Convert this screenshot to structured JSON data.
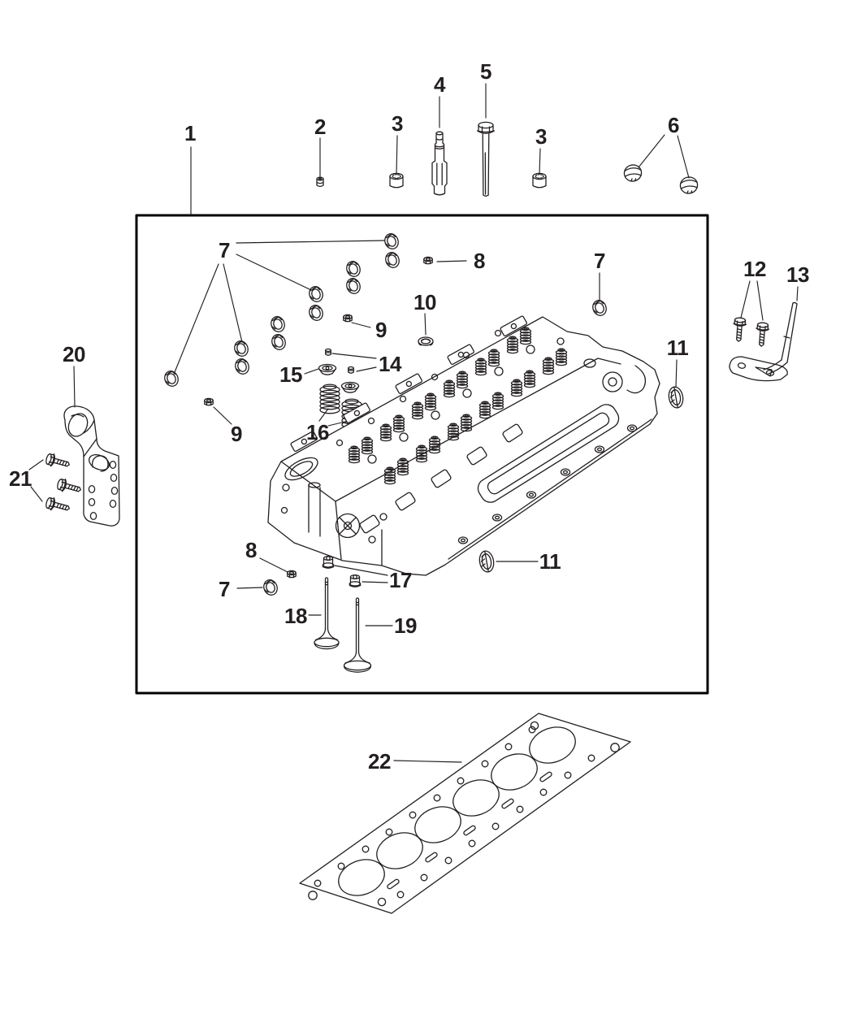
{
  "diagram_type": "exploded-parts-diagram",
  "subject": "cylinder-head-and-components",
  "colors": {
    "line": "#231f20",
    "background": "#ffffff",
    "frame": "#000000"
  },
  "callouts": [
    {
      "id": "1",
      "label": "1"
    },
    {
      "id": "2",
      "label": "2"
    },
    {
      "id": "3a",
      "label": "3"
    },
    {
      "id": "4",
      "label": "4"
    },
    {
      "id": "5",
      "label": "5"
    },
    {
      "id": "3b",
      "label": "3"
    },
    {
      "id": "6",
      "label": "6"
    },
    {
      "id": "7a",
      "label": "7"
    },
    {
      "id": "8a",
      "label": "8"
    },
    {
      "id": "9a",
      "label": "9"
    },
    {
      "id": "10",
      "label": "10"
    },
    {
      "id": "7b",
      "label": "7"
    },
    {
      "id": "12",
      "label": "12"
    },
    {
      "id": "13",
      "label": "13"
    },
    {
      "id": "11a",
      "label": "11"
    },
    {
      "id": "14",
      "label": "14"
    },
    {
      "id": "15",
      "label": "15"
    },
    {
      "id": "16",
      "label": "16"
    },
    {
      "id": "9b",
      "label": "9"
    },
    {
      "id": "20",
      "label": "20"
    },
    {
      "id": "21",
      "label": "21"
    },
    {
      "id": "8b",
      "label": "8"
    },
    {
      "id": "7c",
      "label": "7"
    },
    {
      "id": "17",
      "label": "17"
    },
    {
      "id": "11b",
      "label": "11"
    },
    {
      "id": "18",
      "label": "18"
    },
    {
      "id": "19",
      "label": "19"
    },
    {
      "id": "22",
      "label": "22"
    }
  ]
}
